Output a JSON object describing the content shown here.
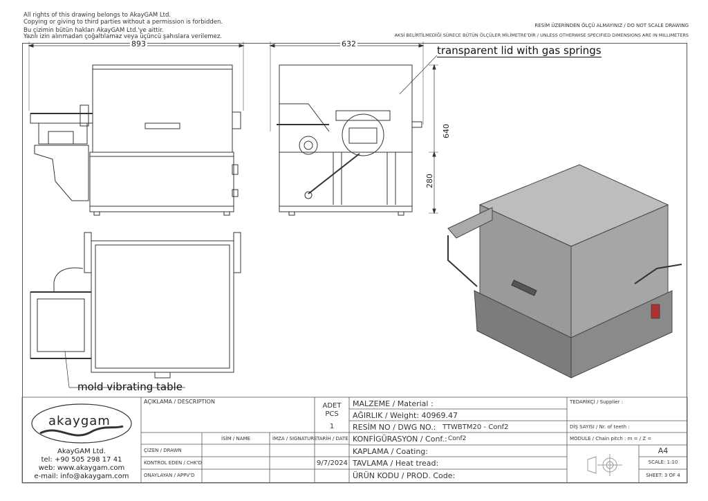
{
  "notices": {
    "en_1": "All rights of this drawing belongs to AkayGAM Ltd.",
    "en_2": "Copying or giving to third parties without a permission is forbidden.",
    "tr_1": "Bu çizimin bütün hakları AkayGAM Ltd.'ye aittir.",
    "tr_2": "Yazılı izin alınmadan çoğaltılamaz veya üçüncü şahıslara verilemez.",
    "scale_note": "RESİM ÜZERİNDEN ÖLÇÜ ALMAYINIZ / DO NOT SCALE DRAWING",
    "units_note": "AKSİ BELİRTİLMEDİĞİ SÜRECE BÜTÜN ÖLÇÜLER MİLİMETRE'DİR / UNLESS OTHERWISE SPECIFIED DIMENSIONS ARE IN MILLIMETERS"
  },
  "dimensions": {
    "width_front": "893",
    "width_side": "632",
    "height_total": "640",
    "height_table": "280"
  },
  "annotations": {
    "lid": "transparent lid with gas springs",
    "table": "mold vibrating table"
  },
  "title_block": {
    "logo_text": "akaygam",
    "company": "AkayGAM Ltd.",
    "tel": "tel: +90 505 298 17 41",
    "web": "web: www.akaygam.com",
    "email": "e-mail: info@akaygam.com",
    "description_label": "AÇIKLAMA / DESCRIPTION",
    "pcs_label_1": "ADET",
    "pcs_label_2": "PCS",
    "pcs_value": "1",
    "material_label": "MALZEME / Material :",
    "weight_label": "AĞIRLIK / Weight: 40969.47",
    "dwg_label": "RESİM NO / DWG NO.:",
    "dwg_value": "TTWBTM20 - Conf2",
    "conf_label": "KONFİGÜRASYON / Conf.:",
    "conf_value": "Conf2",
    "coating_label": "KAPLAMA / Coating:",
    "heat_label": "TAVLAMA / Heat tread:",
    "prod_label": "ÜRÜN KODU / PROD. Code:",
    "name_header": "İSİM / NAME",
    "signature_header": "İMZA / SIGNATURE",
    "date_header": "TARİH / DATE",
    "drawn_label": "ÇİZEN / DRAWN",
    "checked_label": "KONTROL EDEN / CHK'D",
    "approved_label": "ONAYLAYAN / APPV'D",
    "date_value": "9/7/2024",
    "supplier_label": "TEDARİKÇİ / Supplier :",
    "teeth_label": "DİŞ SAYISI / Nr. of teeth :",
    "module_label": "MODULE / Chain pitch : m = / Z =",
    "paper_size": "A4",
    "scale": "SCALE: 1:10",
    "sheet": "SHEET: 3 OF 4"
  }
}
